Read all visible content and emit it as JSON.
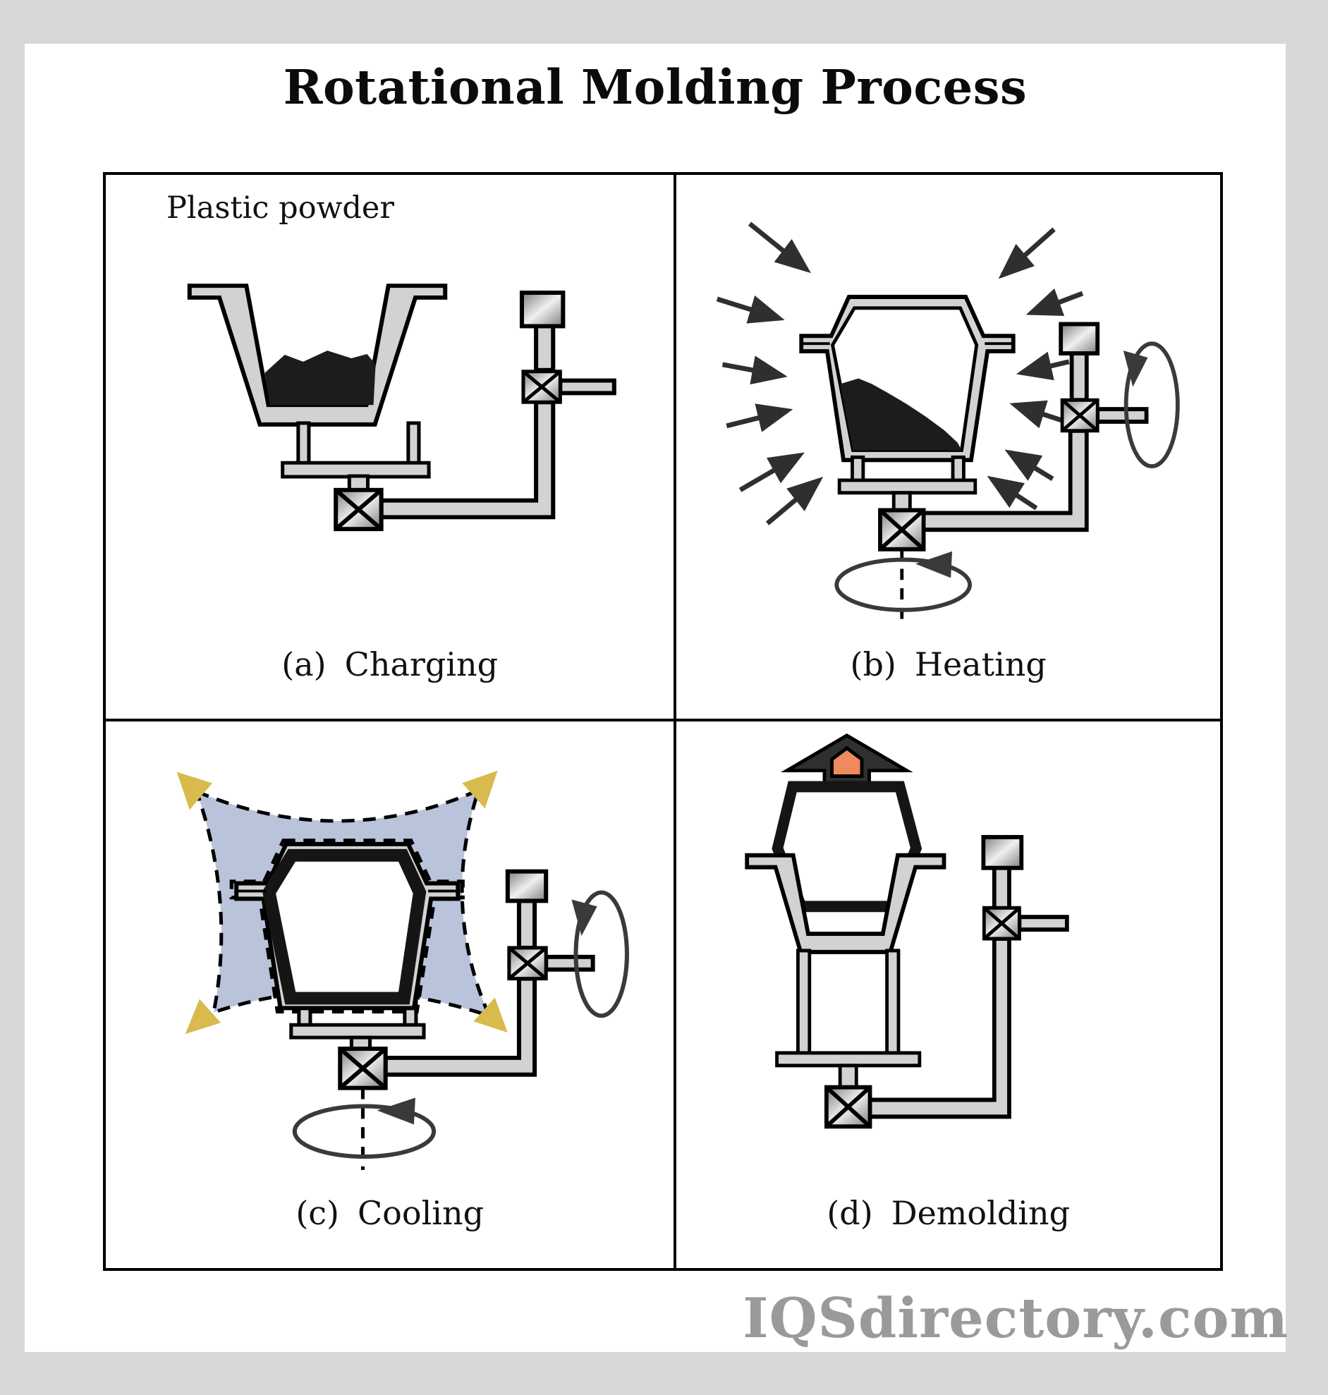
{
  "title": "Rotational Molding Process",
  "watermark": "IQSdirectory.com",
  "panel_a": {
    "caption_prefix": "(a)",
    "caption": "Charging",
    "annotation": "Plastic powder"
  },
  "panel_b": {
    "caption_prefix": "(b)",
    "caption": "Heating"
  },
  "panel_c": {
    "caption_prefix": "(c)",
    "caption": "Cooling"
  },
  "panel_d": {
    "caption_prefix": "(d)",
    "caption": "Demolding"
  },
  "colors": {
    "page_bg": "#d8d8d8",
    "card_bg": "#ffffff",
    "line": "#000000",
    "mold_gray": "#d2d2d2",
    "powder_black": "#1c1c1c",
    "arrow_dark": "#2f2f2f",
    "spray_blue": "#b9c3da",
    "nozzle_yellow": "#d8ba4d",
    "part_orange": "#ee8a5d",
    "metal_dark": "#7d7d7d",
    "metal_light": "#f0f0f0",
    "watermark_gray": "#9a9a9a"
  }
}
